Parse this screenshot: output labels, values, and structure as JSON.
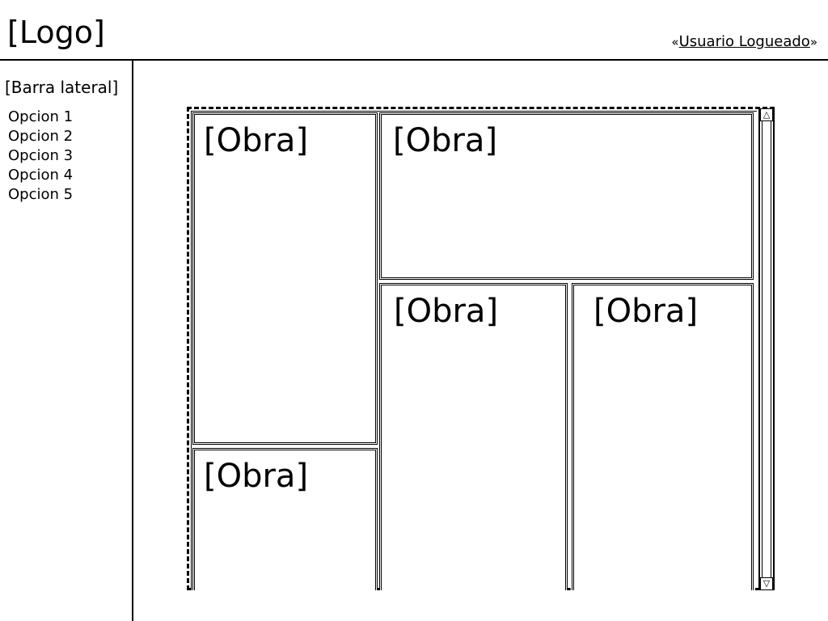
{
  "header": {
    "logo": "[Logo]",
    "user_prefix": "«",
    "user_name": "Usuario Logueado",
    "user_suffix": "»"
  },
  "sidebar": {
    "title": "[Barra lateral]",
    "items": [
      {
        "label": "Opcion 1"
      },
      {
        "label": "Opcion 2"
      },
      {
        "label": "Opcion 3"
      },
      {
        "label": "Opcion 4"
      },
      {
        "label": "Opcion 5"
      }
    ]
  },
  "gallery": {
    "cards": [
      {
        "label": "[Obra]"
      },
      {
        "label": "[Obra]"
      },
      {
        "label": "[Obra]"
      },
      {
        "label": "[Obra]"
      },
      {
        "label": "[Obra]"
      }
    ]
  },
  "scrollbar": {
    "up_icon": "triangle-up-icon",
    "down_icon": "triangle-down-icon",
    "up_glyph": "△",
    "down_glyph": "▽"
  }
}
